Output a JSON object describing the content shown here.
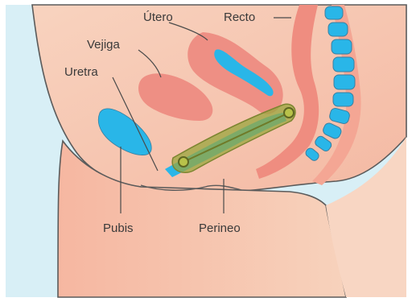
{
  "labels": {
    "utero": "Útero",
    "recto": "Recto",
    "vejiga": "Vejiga",
    "uretra": "Uretra",
    "pubis": "Pubis",
    "perineo": "Perineo"
  },
  "colors": {
    "background": "#d6eef6",
    "skin": "#f6c7b0",
    "skin_shade": "#f3b29a",
    "organ": "#ee8f84",
    "blue": "#29b6e8",
    "outline": "#5b5b5b",
    "pelvic_floor": "#9aa53c"
  }
}
